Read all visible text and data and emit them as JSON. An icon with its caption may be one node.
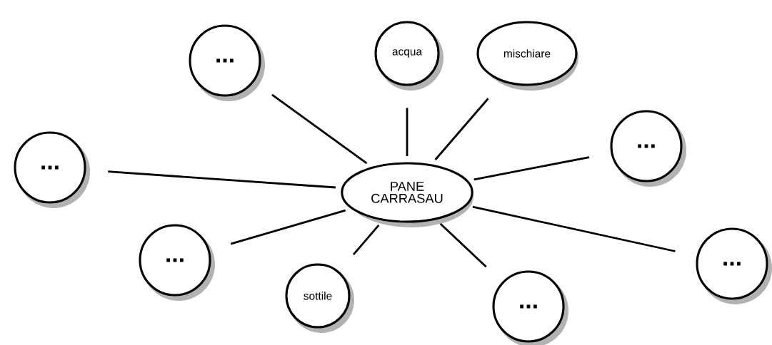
{
  "diagram": {
    "nodes": [
      {
        "text": [
          "PANE CARRASAU"
        ]
      },
      {
        "text": [
          "..."
        ]
      },
      {
        "text": [
          "acqua"
        ]
      },
      {
        "text": [
          "mischiare"
        ]
      },
      {
        "text": [
          "..."
        ]
      },
      {
        "text": [
          "..."
        ]
      },
      {
        "text": [
          "..."
        ]
      },
      {
        "text": [
          "sottile"
        ]
      },
      {
        "text": [
          "..."
        ]
      },
      {
        "text": [
          "..."
        ]
      }
    ],
    "edges": [
      {
        "from": 0,
        "to": 1,
        "arrow": "none"
      },
      {
        "from": 0,
        "to": 2,
        "arrow": "none"
      },
      {
        "from": 0,
        "to": 3,
        "arrow": "none"
      },
      {
        "from": 0,
        "to": 4,
        "arrow": "none"
      },
      {
        "from": 0,
        "to": 5,
        "arrow": "none"
      },
      {
        "from": 0,
        "to": 6,
        "arrow": "none"
      },
      {
        "from": 0,
        "to": 7,
        "arrow": "none"
      },
      {
        "from": 0,
        "to": 8,
        "arrow": "none"
      },
      {
        "from": 0,
        "to": 9,
        "arrow": "none"
      }
    ]
  }
}
